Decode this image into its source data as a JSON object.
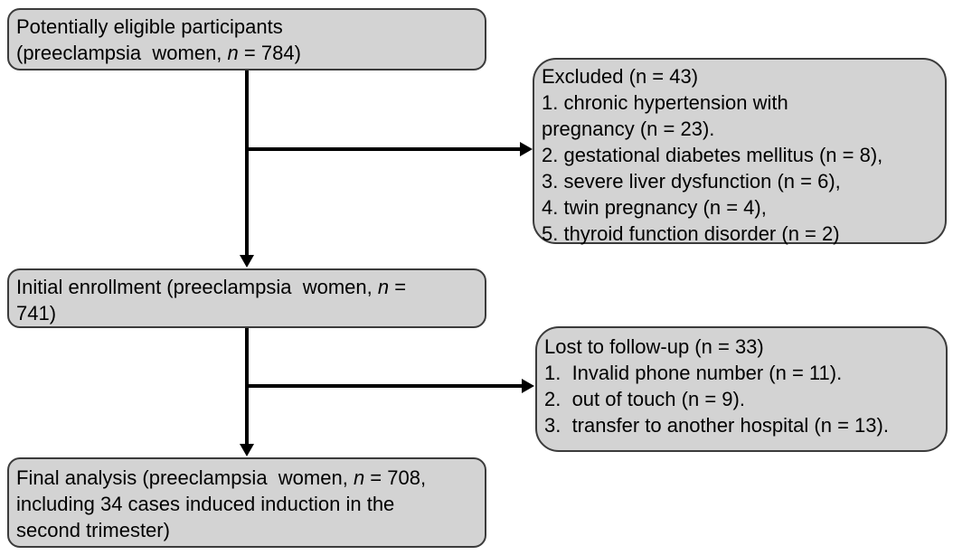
{
  "diagram": {
    "colors": {
      "box_fill": "#d3d3d3",
      "box_border": "#3b3b3b",
      "arrow": "#000000"
    },
    "boxes": {
      "eligible": {
        "line1": "Potentially eligible participants",
        "line2_pre": "(preeclampsia  women, ",
        "line2_n": "n",
        "line2_post": " = 784)"
      },
      "excluded": {
        "title": "Excluded (n = 43)",
        "items": [
          "1. chronic hypertension with",
          "pregnancy (n = 23).",
          "2. gestational diabetes mellitus (n = 8),",
          "3. severe liver dysfunction (n = 6),",
          "4. twin pregnancy (n = 4),",
          "5. thyroid function disorder (n = 2)"
        ]
      },
      "enrollment": {
        "line1_pre": "Initial enrollment (preeclampsia  women, ",
        "line1_n": "n",
        "line1_post": " =",
        "line2": "741)"
      },
      "lost": {
        "title": "Lost to follow-up (n = 33)",
        "items": [
          "1.  Invalid phone number (n = 11).",
          "2.  out of touch (n = 9).",
          "3.  transfer to another hospital (n = 13)."
        ]
      },
      "final": {
        "line1_pre": "Final analysis (preeclampsia  women, ",
        "line1_n": "n",
        "line1_post": " = 708,",
        "line2": "including 34 cases induced induction in the",
        "line3": "second trimester)"
      }
    }
  }
}
